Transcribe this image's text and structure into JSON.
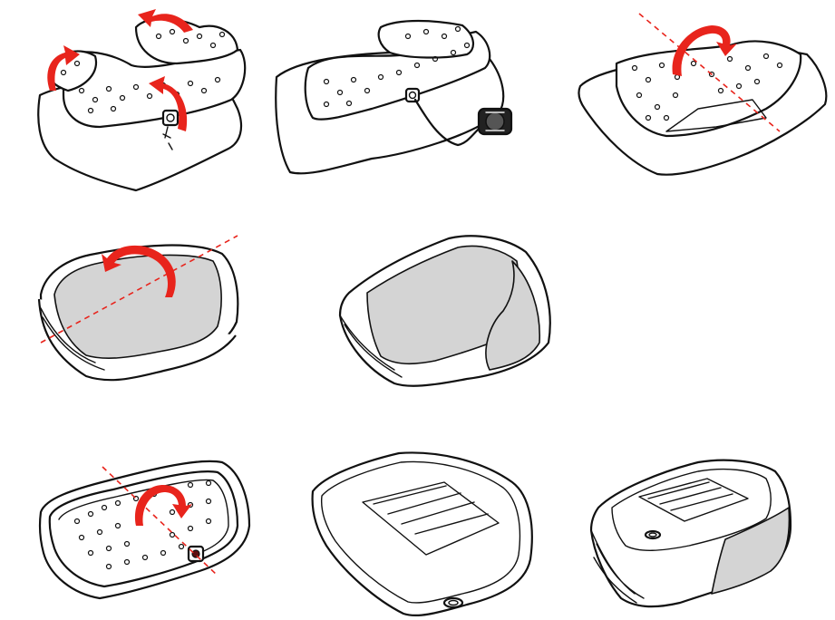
{
  "colors": {
    "outline": "#111111",
    "arrow": "#e8241c",
    "fold_line": "#e8241c",
    "grey_fill": "#d4d4d4",
    "background": "#ffffff"
  },
  "steps": [
    {
      "id": "step-1",
      "icon": "deflating-mattress-arrows"
    },
    {
      "id": "step-2",
      "icon": "pump-attached-deflating"
    },
    {
      "id": "step-3",
      "icon": "fold-lengthwise-arrow"
    },
    {
      "id": "step-4",
      "icon": "fold-again-arrow"
    },
    {
      "id": "step-5",
      "icon": "folded-bundle"
    },
    {
      "id": "step-6",
      "icon": "flat-mattress-fold-arrow"
    },
    {
      "id": "step-7",
      "icon": "flat-mattress-underside"
    },
    {
      "id": "step-8",
      "icon": "folded-mattress-stack"
    }
  ]
}
